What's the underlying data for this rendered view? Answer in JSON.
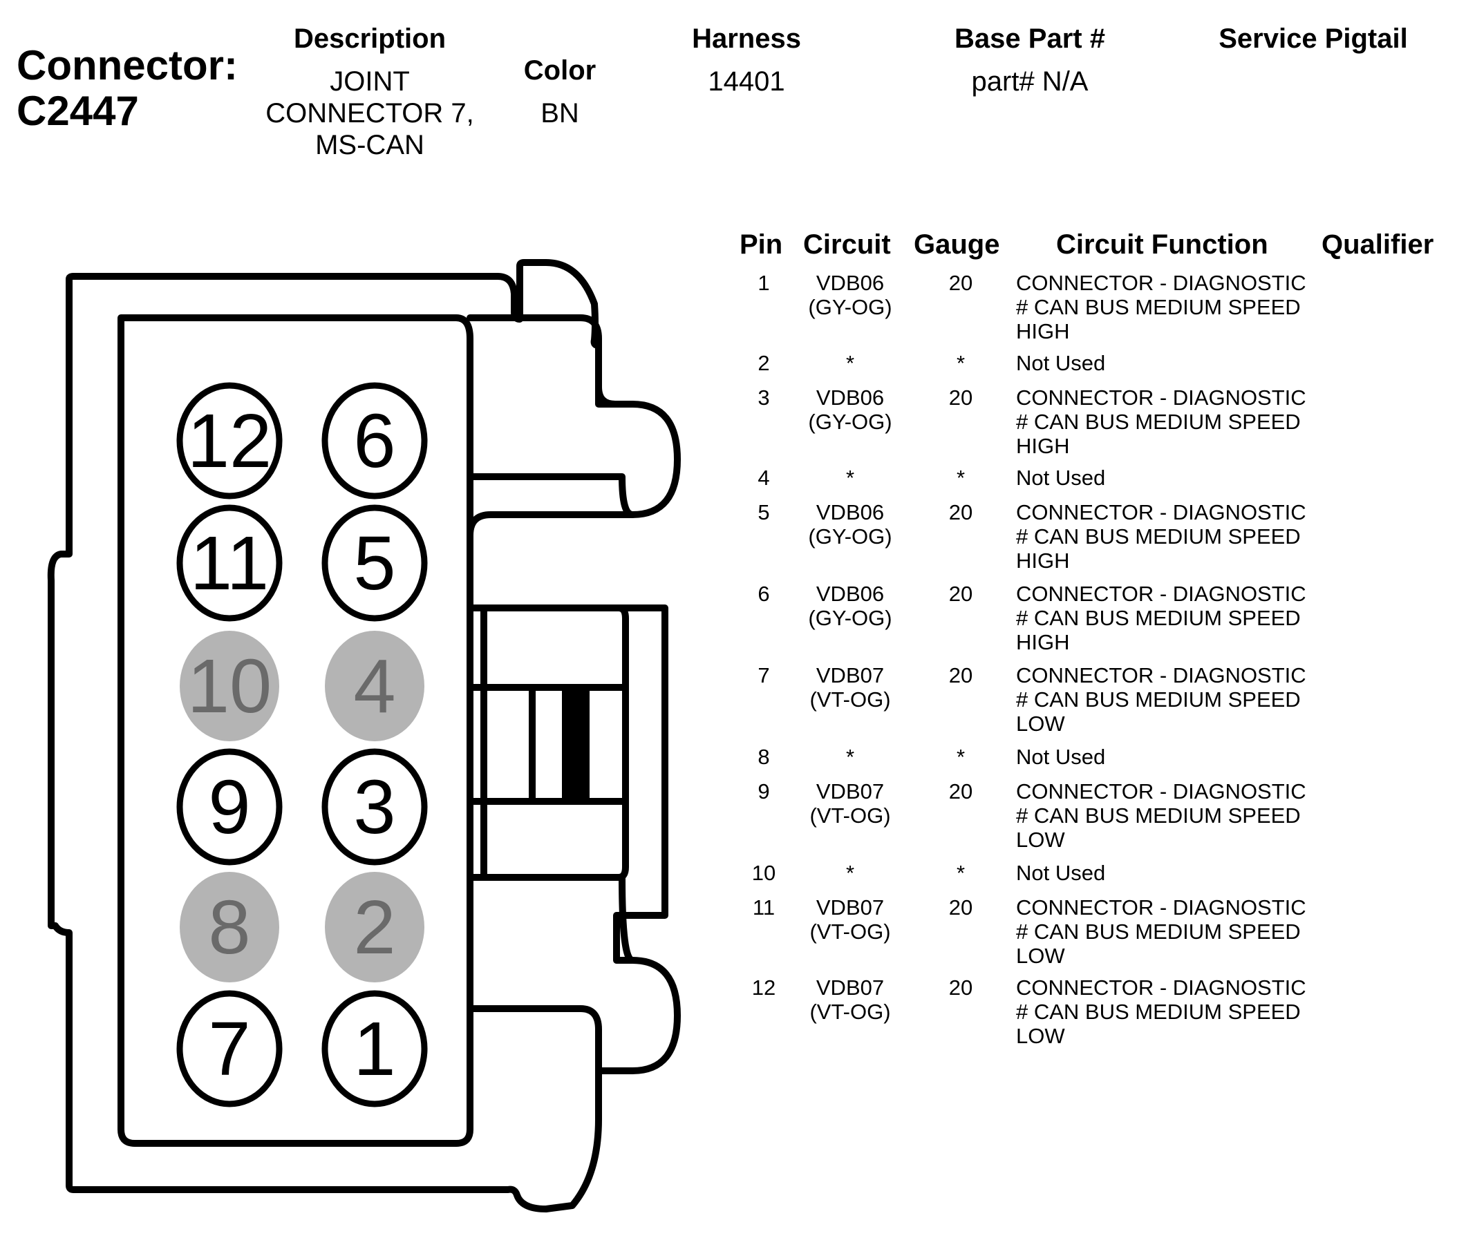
{
  "header": {
    "connector_label": "Connector:",
    "connector_id": "C2447",
    "description_label": "Description",
    "description_value": [
      "JOINT",
      "CONNECTOR 7,",
      "MS-CAN"
    ],
    "color_label": "Color",
    "color_value": "BN",
    "harness_label": "Harness",
    "harness_value": "14401",
    "base_part_label": "Base Part #",
    "base_part_value": "part# N/A",
    "service_pigtail_label": "Service Pigtail"
  },
  "diagram": {
    "pins": [
      {
        "number": "12",
        "used": true
      },
      {
        "number": "6",
        "used": true
      },
      {
        "number": "11",
        "used": true
      },
      {
        "number": "5",
        "used": true
      },
      {
        "number": "10",
        "used": false
      },
      {
        "number": "4",
        "used": false
      },
      {
        "number": "9",
        "used": true
      },
      {
        "number": "3",
        "used": true
      },
      {
        "number": "8",
        "used": false
      },
      {
        "number": "2",
        "used": false
      },
      {
        "number": "7",
        "used": true
      },
      {
        "number": "1",
        "used": true
      }
    ],
    "colors": {
      "used_fill": "#ffffff",
      "unused_fill": "#b4b4b4",
      "unused_text": "#6a6a6a",
      "stroke": "#000000"
    }
  },
  "table": {
    "headers": {
      "pin": "Pin",
      "circuit": "Circuit",
      "gauge": "Gauge",
      "function": "Circuit Function",
      "qualifier": "Qualifier"
    },
    "rows": [
      {
        "pin": "1",
        "circuit": [
          "VDB06",
          "(GY-OG)"
        ],
        "gauge": "20",
        "function": [
          "CONNECTOR - DIAGNOSTIC",
          "# CAN BUS MEDIUM SPEED",
          "HIGH"
        ]
      },
      {
        "pin": "2",
        "circuit": [
          "*"
        ],
        "gauge": "*",
        "function": [
          "Not Used"
        ]
      },
      {
        "pin": "3",
        "circuit": [
          "VDB06",
          "(GY-OG)"
        ],
        "gauge": "20",
        "function": [
          "CONNECTOR - DIAGNOSTIC",
          "# CAN BUS MEDIUM SPEED",
          "HIGH"
        ]
      },
      {
        "pin": "4",
        "circuit": [
          "*"
        ],
        "gauge": "*",
        "function": [
          "Not Used"
        ]
      },
      {
        "pin": "5",
        "circuit": [
          "VDB06",
          "(GY-OG)"
        ],
        "gauge": "20",
        "function": [
          "CONNECTOR - DIAGNOSTIC",
          "# CAN BUS MEDIUM SPEED",
          "HIGH"
        ]
      },
      {
        "pin": "6",
        "circuit": [
          "VDB06",
          "(GY-OG)"
        ],
        "gauge": "20",
        "function": [
          "CONNECTOR - DIAGNOSTIC",
          "# CAN BUS MEDIUM SPEED",
          "HIGH"
        ]
      },
      {
        "pin": "7",
        "circuit": [
          "VDB07",
          "(VT-OG)"
        ],
        "gauge": "20",
        "function": [
          "CONNECTOR - DIAGNOSTIC",
          "# CAN BUS MEDIUM SPEED",
          "LOW"
        ]
      },
      {
        "pin": "8",
        "circuit": [
          "*"
        ],
        "gauge": "*",
        "function": [
          "Not Used"
        ]
      },
      {
        "pin": "9",
        "circuit": [
          "VDB07",
          "(VT-OG)"
        ],
        "gauge": "20",
        "function": [
          "CONNECTOR - DIAGNOSTIC",
          "# CAN BUS MEDIUM SPEED",
          "LOW"
        ]
      },
      {
        "pin": "10",
        "circuit": [
          "*"
        ],
        "gauge": "*",
        "function": [
          "Not Used"
        ]
      },
      {
        "pin": "11",
        "circuit": [
          "VDB07",
          "(VT-OG)"
        ],
        "gauge": "20",
        "function": [
          "CONNECTOR - DIAGNOSTIC",
          "# CAN BUS MEDIUM SPEED",
          "LOW"
        ]
      },
      {
        "pin": "12",
        "circuit": [
          "VDB07",
          "(VT-OG)"
        ],
        "gauge": "20",
        "function": [
          "CONNECTOR - DIAGNOSTIC",
          "# CAN BUS MEDIUM SPEED",
          "LOW"
        ]
      }
    ]
  }
}
